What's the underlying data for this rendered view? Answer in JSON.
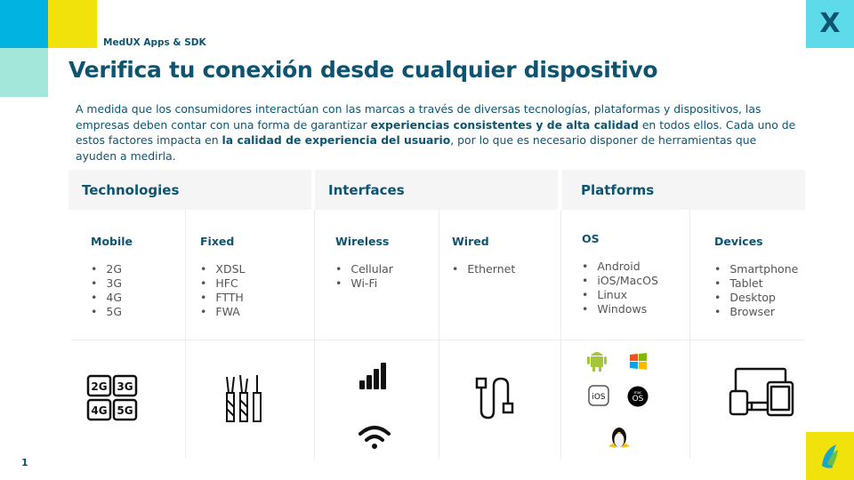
{
  "header": {
    "brand": "MedUX Apps & SDK",
    "title": "Verifica tu conexión desde cualquier dispositivo"
  },
  "intro": {
    "p1": "A medida que los consumidores interactúan con las marcas a través de diversas tecnologías, plataformas y dispositivos, las empresas deben contar con una forma de garantizar ",
    "b1": "experiencias consistentes y de alta calidad",
    "p2": " en todos ellos. Cada uno de estos factores impacta en ",
    "b2": "la calidad de experiencia del usuario",
    "p3": ", por lo que es necesario disponer de herramientas que ayuden a medirla."
  },
  "sections": [
    {
      "label": "Technologies",
      "columns": [
        {
          "title": "Mobile",
          "items": [
            "2G",
            "3G",
            "4G",
            "5G"
          ]
        },
        {
          "title": "Fixed",
          "items": [
            "XDSL",
            "HFC",
            "FTTH",
            "FWA"
          ]
        }
      ]
    },
    {
      "label": "Interfaces",
      "columns": [
        {
          "title": "Wireless",
          "items": [
            "Cellular",
            "Wi-Fi"
          ]
        },
        {
          "title": "Wired",
          "items": [
            "Ethernet"
          ]
        }
      ]
    },
    {
      "label": "Platforms",
      "columns": [
        {
          "title": "OS",
          "items": [
            "Android",
            "iOS/MacOS",
            "Linux",
            "Windows"
          ]
        },
        {
          "title": "Devices",
          "items": [
            "Smartphone",
            "Tablet",
            "Desktop",
            "Browser"
          ]
        }
      ]
    }
  ],
  "icons": {
    "gen_labels": [
      "2G",
      "3G",
      "4G",
      "5G"
    ],
    "ios": "iOS",
    "macos_small": "mac",
    "macos": "OS"
  },
  "logo": {
    "letter": "X"
  },
  "page_number": "1",
  "colors": {
    "cyan": "#00B3E0",
    "yellow": "#F0E20A",
    "mint": "#A3E6DA",
    "navy": "#0E5470"
  }
}
